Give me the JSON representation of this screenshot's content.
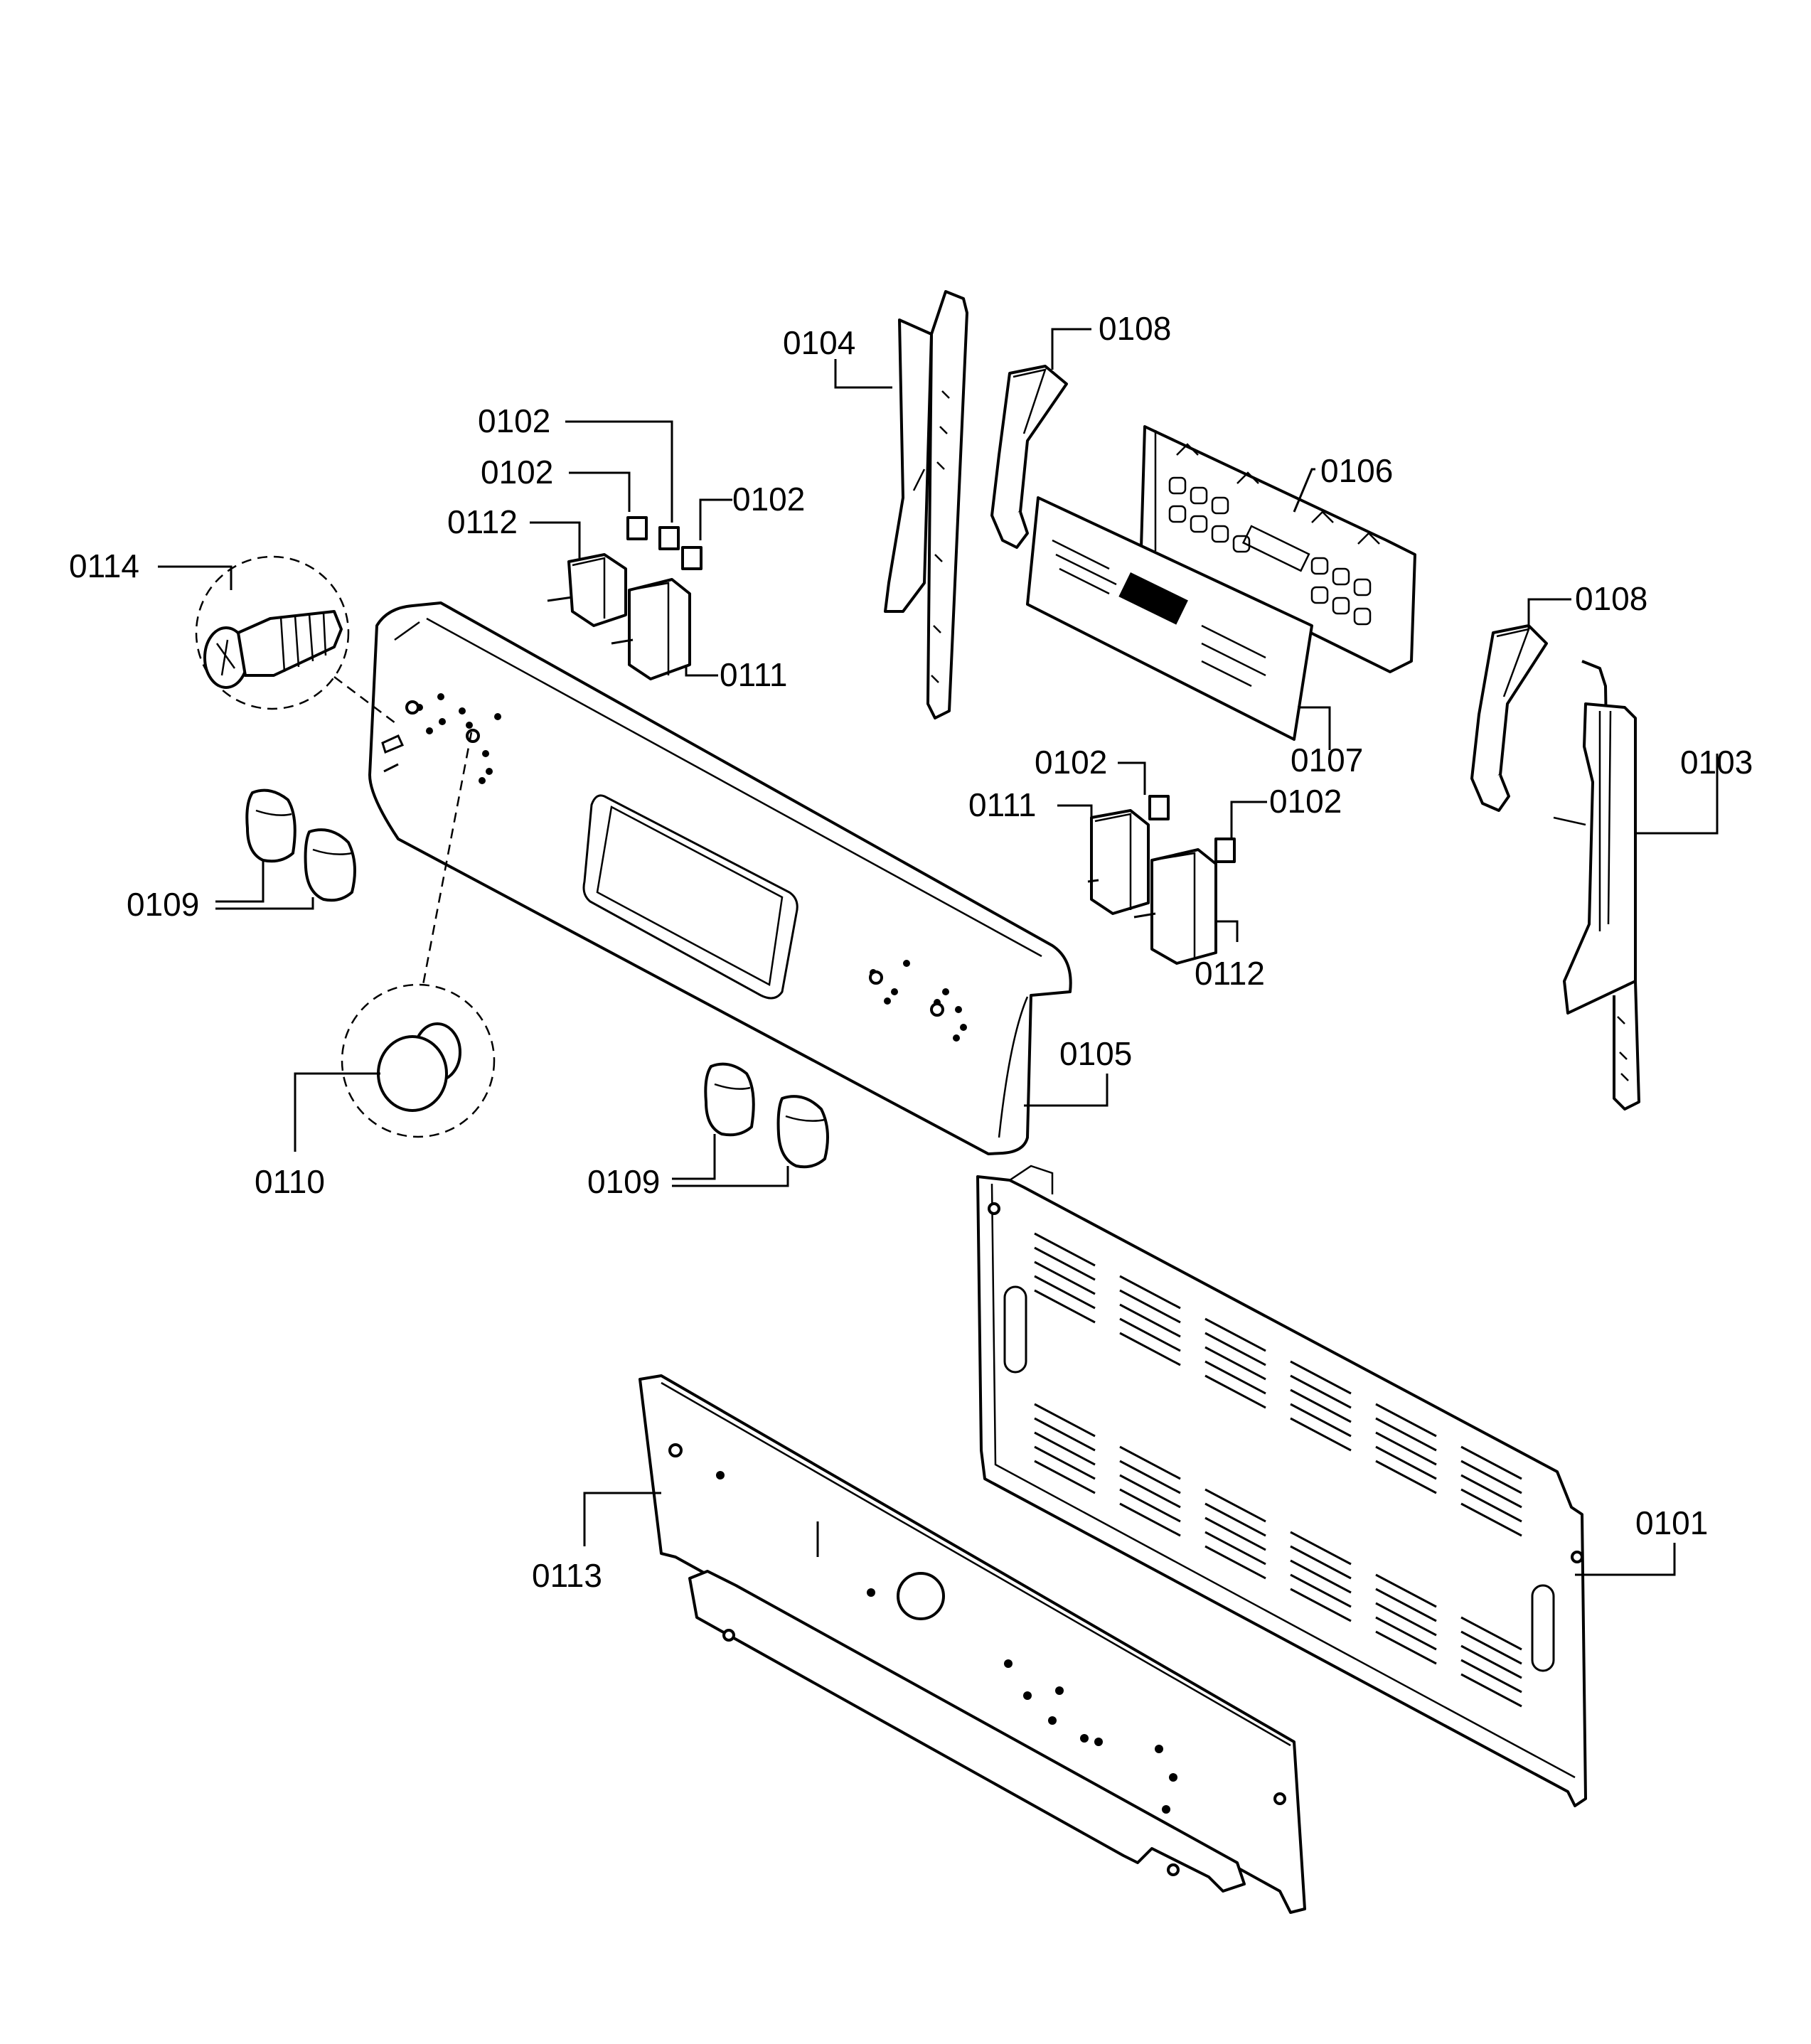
{
  "callouts": {
    "c0101": "0101",
    "c0102": "0102",
    "c0103": "0103",
    "c0104": "0104",
    "c0105": "0105",
    "c0106": "0106",
    "c0107": "0107",
    "c0108": "0108",
    "c0109": "0109",
    "c0110": "0110",
    "c0111": "0111",
    "c0112": "0112",
    "c0113": "0113",
    "c0114": "0114"
  },
  "icons": {
    "screw": "screw-icon",
    "knob": "knob-icon",
    "switch": "rotary-switch-icon",
    "relay": "relay-icon"
  }
}
